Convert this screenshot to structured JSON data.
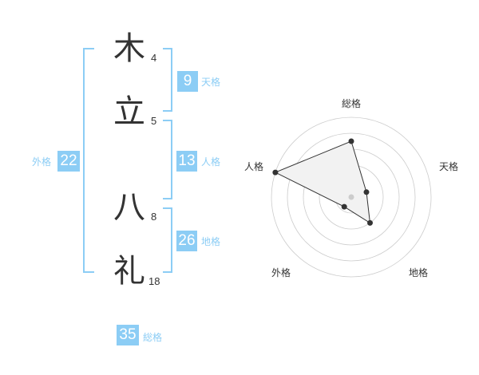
{
  "name": {
    "chars": [
      {
        "kanji": "木",
        "strokes": "4"
      },
      {
        "kanji": "立",
        "strokes": "5"
      },
      {
        "kanji": "八",
        "strokes": "8"
      },
      {
        "kanji": "礼",
        "strokes": "18"
      }
    ]
  },
  "scores": {
    "tenkaku": {
      "value": "9",
      "label": "天格"
    },
    "jinkaku": {
      "value": "13",
      "label": "人格"
    },
    "chikaku": {
      "value": "26",
      "label": "地格"
    },
    "gaikaku": {
      "value": "22",
      "label": "外格"
    },
    "soukaku": {
      "value": "35",
      "label": "総格"
    }
  },
  "colors": {
    "accent": "#8ccdf5",
    "text": "#333333",
    "grid": "#cccccc",
    "fill": "#f2f2f2"
  },
  "chart_data": {
    "type": "radar",
    "axes": [
      "総格",
      "天格",
      "地格",
      "外格",
      "人格"
    ],
    "values": [
      35,
      9,
      26,
      22,
      13
    ],
    "normalized_values": [
      0.7,
      0.2,
      0.4,
      0.15,
      1.0
    ],
    "rings": 5,
    "grid": true
  }
}
